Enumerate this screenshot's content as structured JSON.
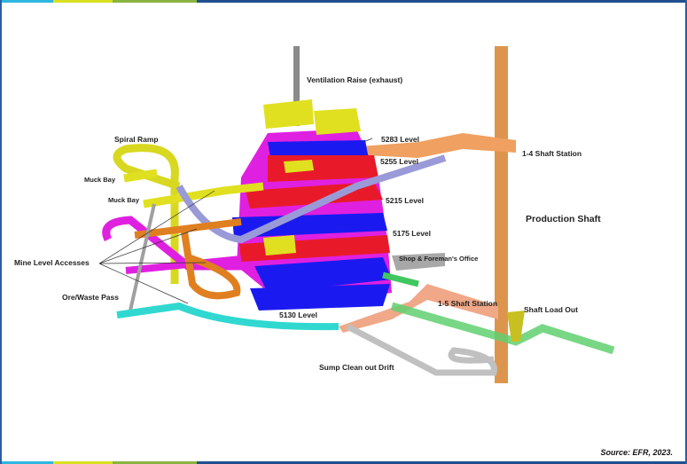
{
  "labels": {
    "ventilation_raise": "Ventilation Raise (exhaust)",
    "spiral_ramp": "Spiral Ramp",
    "muck_bay_1": "Muck Bay",
    "muck_bay_2": "Muck Bay",
    "level_5283": "5283 Level",
    "level_5255": "5255 Level",
    "level_5215": "5215 Level",
    "level_5175": "5175 Level",
    "level_5130": "5130 Level",
    "shaft_station_14": "1-4 Shaft Station",
    "production_shaft": "Production Shaft",
    "shop_office": "Shop & Foreman's Office",
    "mine_level_accesses": "Mine Level Accesses",
    "ore_waste_pass": "Ore/Waste Pass",
    "shaft_station_15": "1-5 Shaft Station",
    "shaft_load_out": "Shaft Load Out",
    "sump_drift": "Sump Clean out Drift"
  },
  "source": "Source:  EFR, 2023.",
  "colors": {
    "frame": "#2b5fa0",
    "shaft": "#d98a3a",
    "orebody_magenta": "#e020e0",
    "orebody_blue": "#1a1af0",
    "orebody_red": "#e81a2a",
    "ramp_yellow": "#d8d820",
    "access_teal": "#30d8d0",
    "drift_green": "#40c860",
    "vent": "#9090c8"
  }
}
